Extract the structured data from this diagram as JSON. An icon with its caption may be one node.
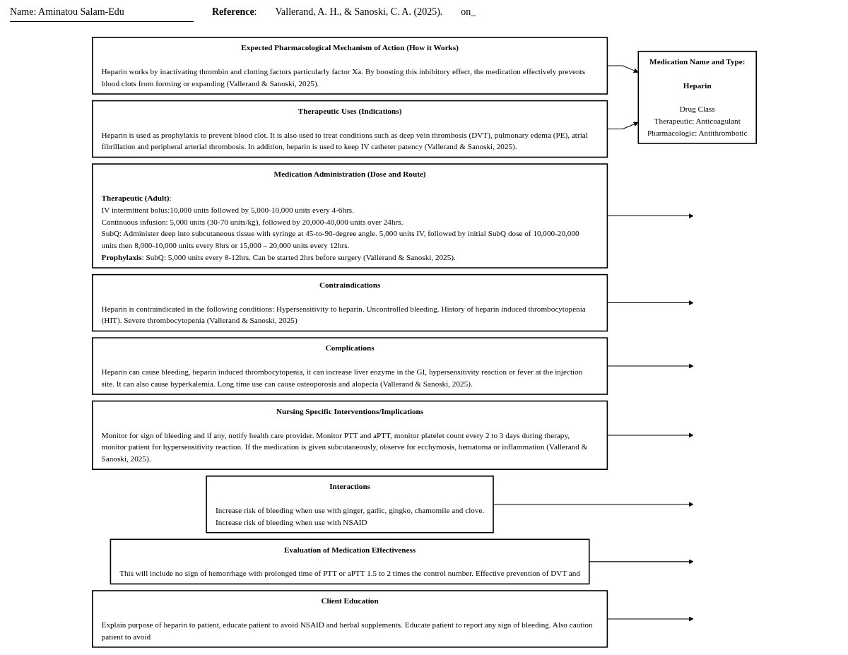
{
  "diagram": {
    "nodes": [
      {
        "text": [
          "Expected Pharmacological Mechanism of Action (How it Works)",
          "Heparin works by inactivating thrombin and clotting factors particularly factor Xa. By boosting this inhibitory effect, the medication effectively prevents blood clots from forming or expanding (Vallerand & Sanoski, 2025)."
        ]
      },
      {
        "text": [
          "Therapeutic Uses (Indications)",
          "Heparin is used as prophylaxis to prevent blood clot. It is also used to treat conditions such as deep vein thrombosis (DVT), pulmonary edema (PE), atrial fibrillation and peripheral arterial thrombosis. In addition, heparin is used to keep IV catheter patency (Vallerand & Sanoski, 2025)."
        ]
      },
      {
        "text": [
          "Medication Name and Type:",
          "Heparin",
          "Drug Class",
          "Therapeutic: Anticoagulant",
          "Pharmacologic: Antithrombotic"
        ]
      },
      {
        "text": [
          "Medication Administration (Dose and Route)",
          "**Therapeutic (Adult)**:",
          "IV intermittent bolus:10,000 units followed by 5,000-10,000 units every 4-6hrs.",
          "Continuous infusion: 5,000 units (30-70 units/kg), followed by 20,000-40,000 units over 24hrs.",
          "SubQ: Administer deep into subcutaneous tissue with syringe at 45-to-90-degree angle. 5,000 units IV, followed by initial SubQ dose of 10,000-20,000 units then 8,000-10,000 units every 8hrs or 15,000 – 20,000 units every 12hrs.",
          "**Prophylaxis**: SubQ: 5,000 units every 8-12hrs. Can be started 2hrs before surgery (Vallerand & Sanoski, 2025)."
        ]
      },
      {
        "text": [
          "Contraindications",
          "Heparin is contraindicated in the following conditions: Hypersensitivity to heparin. Uncontrolled bleeding. History of heparin induced thrombocytopenia (HIT). Severe thrombocytopenia (Vallerand & Sanoski, 2025)"
        ]
      },
      {
        "text": [
          "Complications",
          "Heparin can cause bleeding, heparin induced thrombocytopenia, it can increase liver enzyme in the GI, hypersensitivity reaction or fever at the injection site. It can also cause hyperkalemia. Long time use can cause osteoporosis and alopecia (Vallerand & Sanoski, 2025)."
        ]
      },
      {
        "text": [
          "Nursing Specific Interventions/Implications",
          "Monitor for sign of bleeding and if any, notify health care provider. Monitor PTT and aPTT, monitor platelet count every 2 to 3 days during therapy, monitor patient for hypersensitivity reaction. If the medication is given subcutaneously, observe for ecchymosis, hematoma or inflammation (Vallerand & Sanoski, 2025)."
        ]
      },
      {
        "text": [
          "Interactions",
          "Increase risk of bleeding when use with ginger, garlic, gingko, chamomile and clove.",
          "Increase risk of bleeding when use with NSAID"
        ]
      },
      {
        "text": [
          "Evaluation of Medication Effectiveness",
          "This will include no sign of hemorrhage with prolonged time of PTT or aPTT 1.5 to 2 times the control number. Effective prevention of DVT and"
        ]
      },
      {
        "text": [
          "Client Education",
          "Explain purpose of heparin to patient, educate patient to avoid NSAID and herbal supplements. Educate patient to report any sign of bleeding. Also caution patient to avoid"
        ]
      }
    ],
    "edges": [
      {
        "from": 0,
        "to": 2,
        "arrow": "to"
      },
      {
        "from": 1,
        "to": 2,
        "arrow": "to"
      },
      {
        "from": 3,
        "to": null,
        "arrow": "to"
      },
      {
        "from": 4,
        "to": null,
        "arrow": "to"
      },
      {
        "from": 5,
        "to": null,
        "arrow": "to"
      },
      {
        "from": 6,
        "to": null,
        "arrow": "to"
      },
      {
        "from": 7,
        "to": null,
        "arrow": "to"
      },
      {
        "from": 8,
        "to": null,
        "arrow": "to"
      },
      {
        "from": 9,
        "to": null,
        "arrow": "to"
      }
    ],
    "labels": [
      "Name: Aminatou Salam-Edu",
      "**Reference**:",
      "Vallerand, A. H., & Sanoski, C. A. (2025).",
      "on_"
    ]
  }
}
